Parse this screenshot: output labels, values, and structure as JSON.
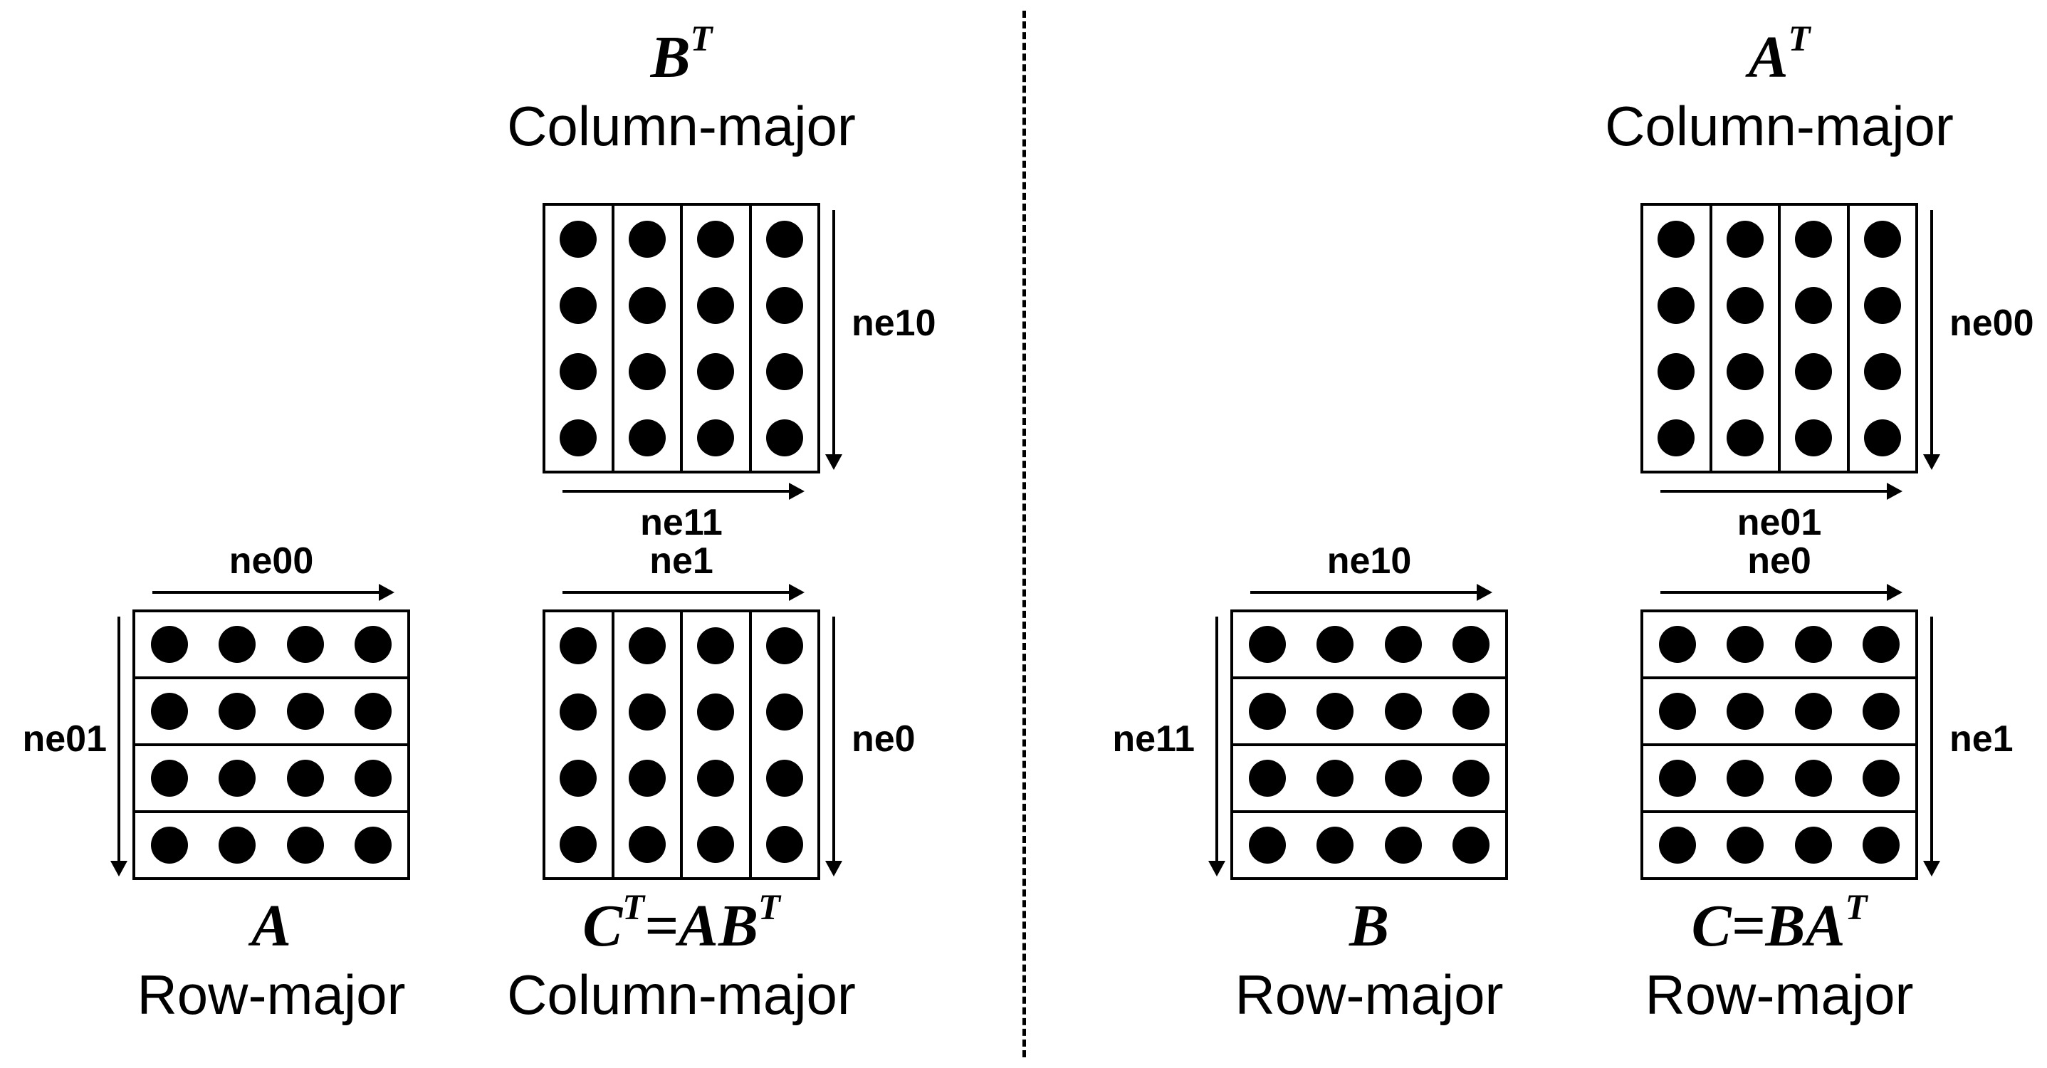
{
  "left_panel": {
    "bt": {
      "title": {
        "base": "B",
        "sup": "T"
      },
      "layout_label": "Column-major",
      "side_arrow_label": "ne10",
      "bottom_arrow_label": "ne11"
    },
    "a": {
      "title": {
        "base": "A",
        "sup": ""
      },
      "layout_label": "Row-major",
      "top_arrow_label": "ne00",
      "side_arrow_label": "ne01"
    },
    "ct": {
      "title": {
        "p1": "C",
        "s1": "T",
        "p2": "=AB",
        "s2": "T"
      },
      "layout_label": "Column-major",
      "top_arrow_label": "ne1",
      "side_arrow_label": "ne0"
    }
  },
  "right_panel": {
    "at": {
      "title": {
        "base": "A",
        "sup": "T"
      },
      "layout_label": "Column-major",
      "side_arrow_label": "ne00",
      "bottom_arrow_label": "ne01"
    },
    "b": {
      "title": {
        "base": "B",
        "sup": ""
      },
      "layout_label": "Row-major",
      "top_arrow_label": "ne10",
      "side_arrow_label": "ne11"
    },
    "c": {
      "title": {
        "p1": "C=BA",
        "s1": "T",
        "p2": "",
        "s2": ""
      },
      "layout_label": "Row-major",
      "top_arrow_label": "ne0",
      "side_arrow_label": "ne1"
    }
  },
  "grid": {
    "rows": 4,
    "cols": 4
  },
  "colors": {
    "ink": "#000000",
    "background": "#ffffff"
  }
}
